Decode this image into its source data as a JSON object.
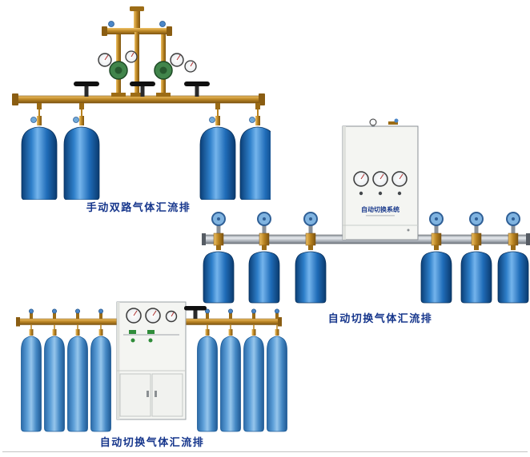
{
  "page": {
    "background_color": "#ffffff"
  },
  "products": [
    {
      "id": "manual-dual-gas-manifold",
      "caption": "手动双路气体汇流排",
      "cylinder_count": 4,
      "cylinder_color": "#1f6cb8",
      "pipe_color": "#c08a28"
    },
    {
      "id": "auto-switchover-gas-manifold-cabinet",
      "caption": "自动切换气体汇流排",
      "cabinet_label": "自动切换系统",
      "cylinder_count": 6,
      "cylinder_color": "#1f6cb8",
      "pipe_color": "#b8bec6"
    },
    {
      "id": "auto-switchover-gas-manifold-tall-cabinet",
      "caption": "自动切换气体汇流排",
      "cylinder_count": 8,
      "cylinder_color": "#5d9fd8",
      "pipe_color": "#c08a28"
    }
  ],
  "colors": {
    "caption_text": "#16368c",
    "brass_pipe": "#c08a28",
    "cylinder_blue_dark": "#1f6cb8",
    "cylinder_blue_light": "#5d9fd8",
    "valve_wheel_blue": "#7fb3e0",
    "regulator_green": "#41854b"
  }
}
